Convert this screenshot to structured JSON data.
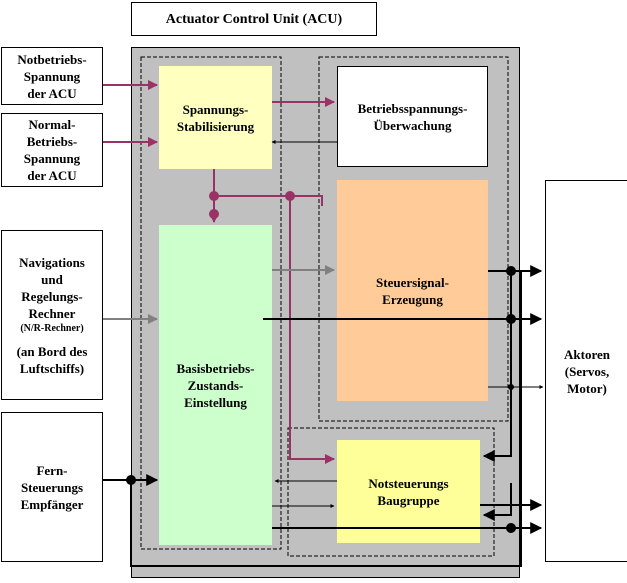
{
  "title": "Actuator Control Unit (ACU)",
  "inputs": {
    "emergency_voltage": "Notbetriebs-\nSpannung\nder ACU",
    "normal_voltage": "Normal-\nBetriebs-\nSpannung\nder ACU",
    "navigation": "Navigations\nund\nRegelungs-\nRechner",
    "navigation_sub": "(N/R-Rechner)",
    "navigation_note": "(an Bord des\nLuftschiffs)",
    "remote_receiver": "Fern-\nSteuerungs\nEmpfänger"
  },
  "blocks": {
    "voltage_stabilization": "Spannungs-\nStabilisierung",
    "voltage_monitoring": "Betriebsspannungs-\nÜberwachung",
    "signal_generation": "Steuersignal-\nErzeugung",
    "basic_state": "Basisbetriebs-\nZustands-\nEinstellung",
    "emergency_module": "Notsteuerungs\nBaugruppe"
  },
  "outputs": {
    "actuators": "Aktoren\n(Servos,\nMotor)"
  },
  "colors": {
    "acu_background": "#c0c0c0",
    "stabilization_fill": "#ffffc0",
    "signal_fill": "#ffcc99",
    "basic_fill": "#ccffcc",
    "emergency_fill": "#ffff99",
    "power_line": "#993366",
    "signal_line": "#808080"
  }
}
